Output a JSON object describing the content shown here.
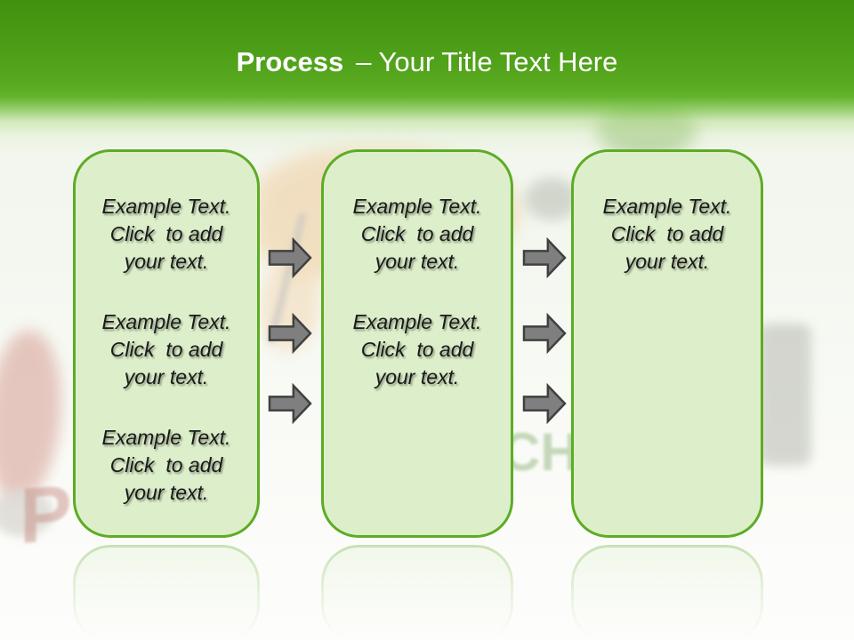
{
  "title": {
    "emphasis": "Process",
    "rest": "– Your Title Text Here"
  },
  "boxes": [
    {
      "name": "step-1",
      "paragraphs": [
        "Example Text.\nClick  to add\nyour text.",
        "Example Text.\nClick  to add\nyour text.",
        "Example Text.\nClick  to add\nyour text."
      ]
    },
    {
      "name": "step-2",
      "paragraphs": [
        "Example Text.\nClick  to add\nyour text.",
        "Example Text.\nClick  to add\nyour text."
      ]
    },
    {
      "name": "step-3",
      "paragraphs": [
        "Example Text.\nClick  to add\nyour text."
      ]
    }
  ],
  "watermark": {
    "letter_p": "P",
    "letters_ch": "CH"
  },
  "theme": {
    "header_top": "#41900f",
    "header_low": "#62b22a",
    "title_color": "#ffffff",
    "box_fill": "#ddefca",
    "box_border": "#5dac25",
    "arrow_fill": "#7f7f7f",
    "arrow_stroke": "#404040",
    "text_color": "#1a1a1a"
  }
}
